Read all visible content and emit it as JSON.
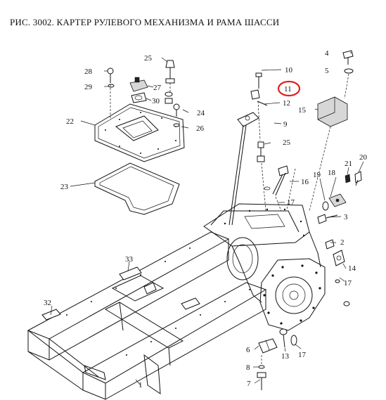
{
  "title": "РИС. 3002. КАРТЕР РУЛЕВОГО МЕХАНИЗМА И РАМА ШАССИ",
  "highlight_color": "#e0201c",
  "callouts": {
    "c1": "1",
    "c2": "2",
    "c3": "3",
    "c4": "4",
    "c5": "5",
    "c6": "6",
    "c7": "7",
    "c8": "8",
    "c9": "9",
    "c10": "10",
    "c11": "11",
    "c12": "12",
    "c13": "13",
    "c14": "14",
    "c15": "15",
    "c16": "16",
    "c17a": "17",
    "c17b": "17",
    "c17c": "17",
    "c18": "18",
    "c19": "19",
    "c20": "20",
    "c21": "21",
    "c22": "22",
    "c23": "23",
    "c24": "24",
    "c25a": "25",
    "c25b": "25",
    "c26": "26",
    "c27": "27",
    "c28": "28",
    "c29": "29",
    "c30": "30",
    "c32": "32",
    "c33": "33"
  }
}
